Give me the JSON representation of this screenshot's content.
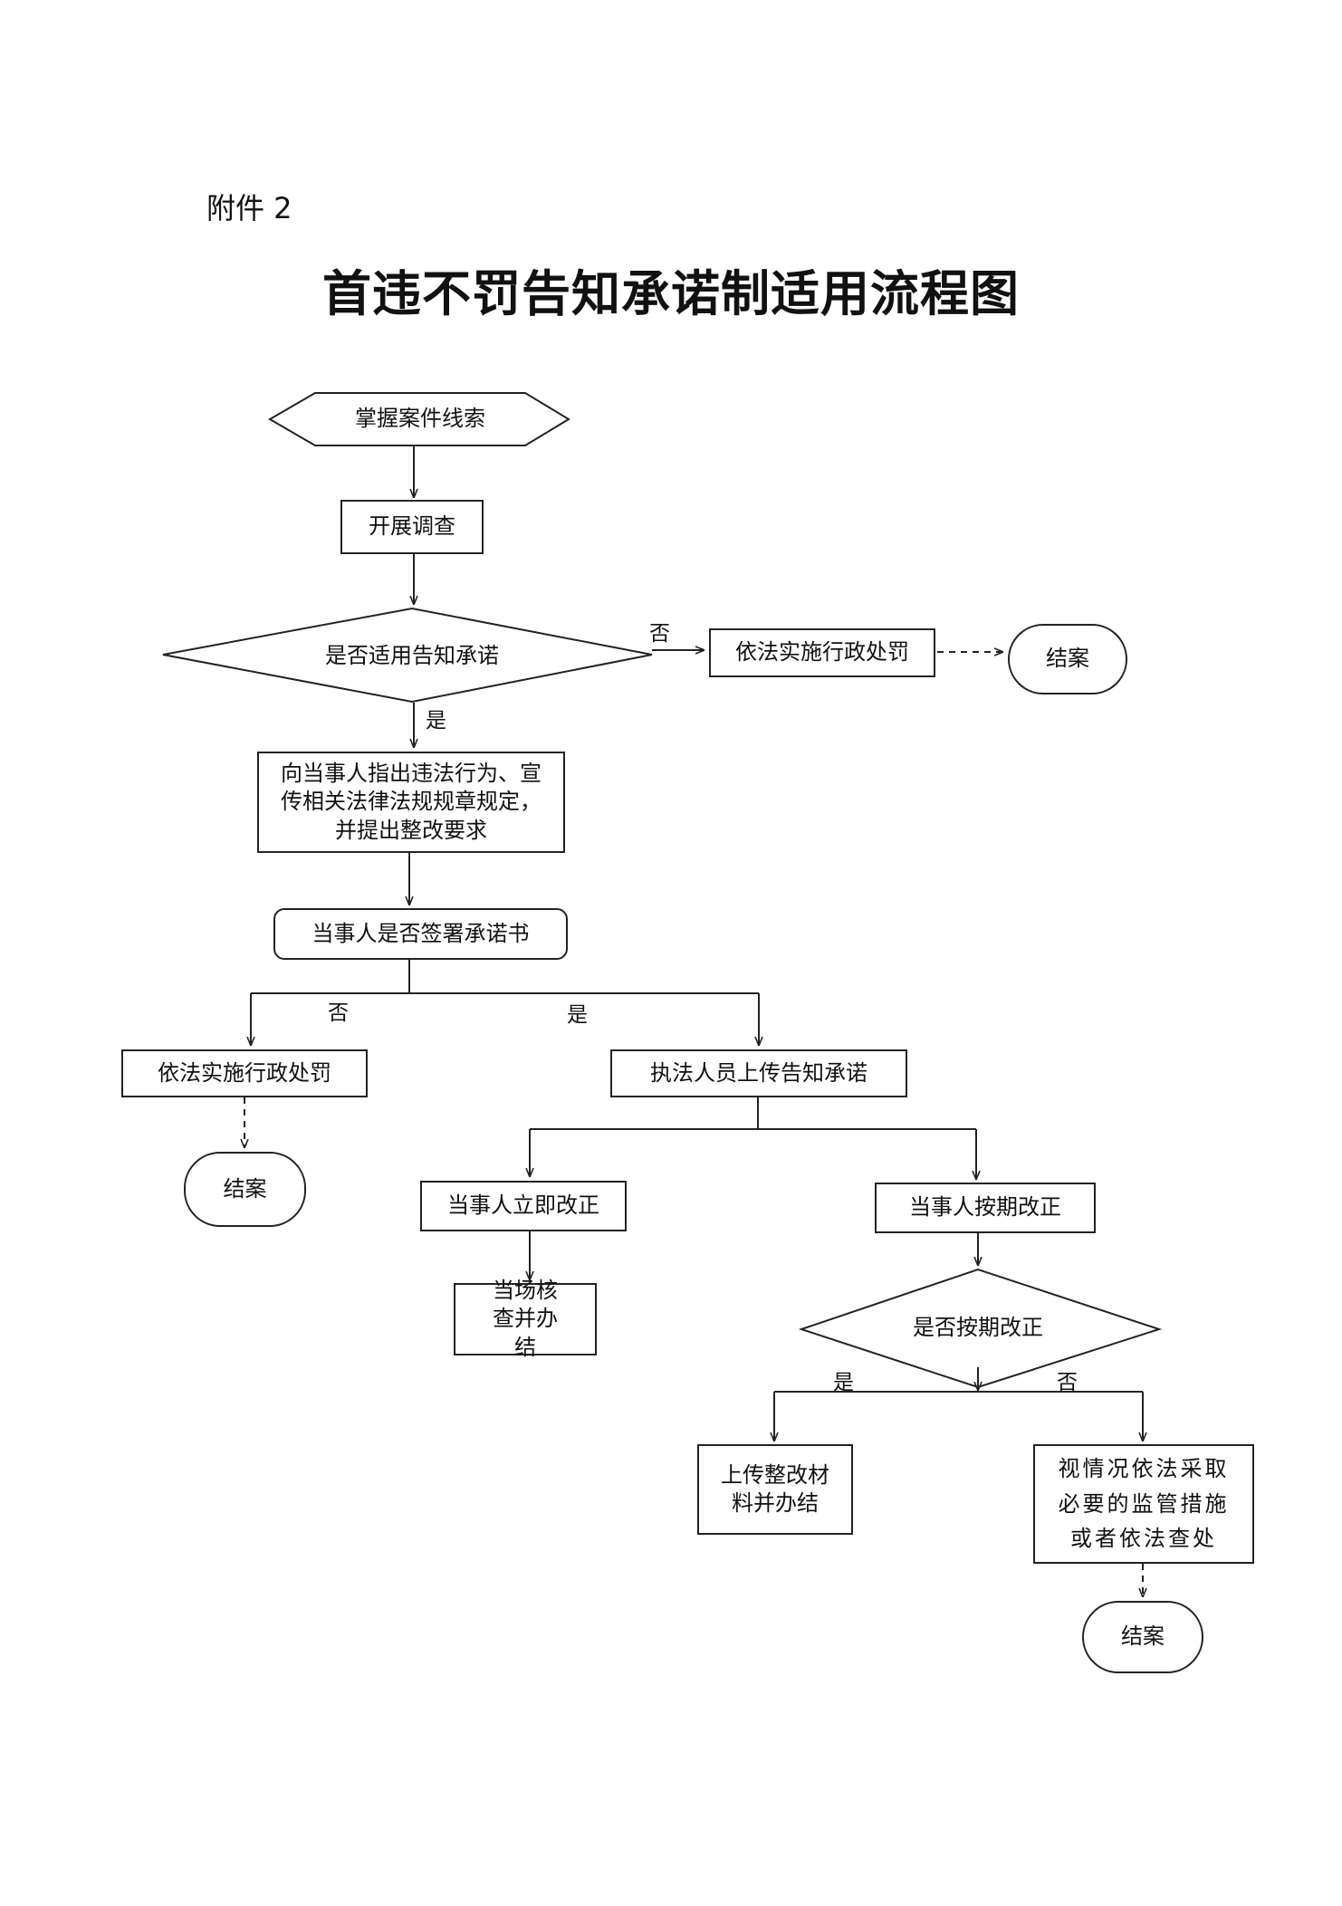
{
  "header": {
    "attachment": "附件 2",
    "title": "首违不罚告知承诺制适用流程图"
  },
  "nodes": {
    "clue": "掌握案件线索",
    "investigate": "开展调查",
    "q_applicable": "是否适用告知承诺",
    "penalty_a": "依法实施行政处罚",
    "close_a": "结案",
    "inform": "向当事人指出违法行为、宣传相关法律法规规章规定，并提出整改要求",
    "q_sign": "当事人是否签署承诺书",
    "penalty_b": "依法实施行政处罚",
    "close_b": "结案",
    "upload_promise": "执法人员上传告知承诺",
    "immediate_fix": "当事人立即改正",
    "onsite_check": "当场核查并办结",
    "scheduled_fix": "当事人按期改正",
    "q_ontime": "是否按期改正",
    "upload_material": "上传整改材料并办结",
    "measures": "视情况依法采取必要的监管措施或者依法查处",
    "close_c": "结案"
  },
  "edge_labels": {
    "no_1": "否",
    "yes_1": "是",
    "no_2": "否",
    "yes_2": "是",
    "yes_3": "是",
    "no_3": "否"
  }
}
